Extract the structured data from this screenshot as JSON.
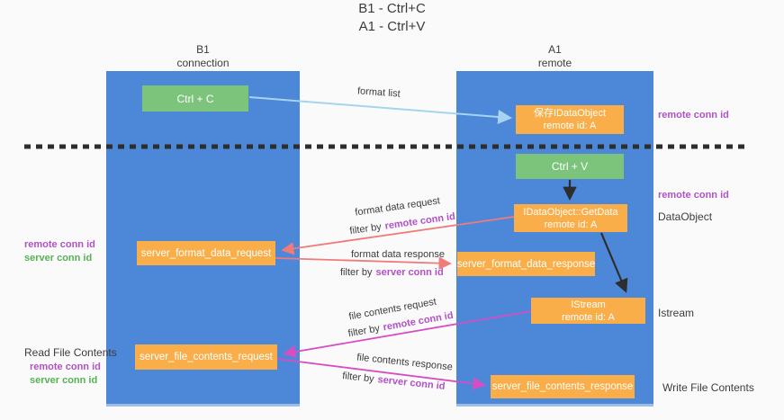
{
  "title": {
    "line1": "B1 - Ctrl+C",
    "line2": "A1 - Ctrl+V"
  },
  "lanes": {
    "left": {
      "title": "B1",
      "subtitle": "connection"
    },
    "right": {
      "title": "A1",
      "subtitle": "remote"
    }
  },
  "nodes": {
    "ctrl_c": {
      "label": "Ctrl + C"
    },
    "ctrl_v": {
      "label": "Ctrl + V"
    },
    "save_idataobject": {
      "line1": "保存IDataObject",
      "line2": "remote id: A"
    },
    "getdata": {
      "line1": "IDataObject::GetData",
      "line2": "remote id: A"
    },
    "istream": {
      "line1": "IStream",
      "line2": "remote id: A"
    },
    "format_request": {
      "label": "server_format_data_request"
    },
    "format_response": {
      "label": "server_format_data_response"
    },
    "file_request": {
      "label": "server_file_contents_request"
    },
    "file_response": {
      "label": "server_file_contents_response"
    }
  },
  "arrows": {
    "format_list": "format list",
    "format_data_request": "format data request",
    "format_data_response": "format data response",
    "file_contents_request": "file contents request",
    "file_contents_response": "file contents response",
    "filter_prefix": "filter by",
    "remote_conn_id": "remote conn id",
    "server_conn_id": "server conn id"
  },
  "side_labels": {
    "remote_conn_id_right_top": "remote conn id",
    "remote_conn_id_right_mid": "remote conn id",
    "dataobject": "DataObject",
    "istream": "Istream",
    "write_file_contents": "Write File Contents",
    "remote_conn_id_left_1": "remote conn id",
    "server_conn_id_left_1": "server conn id",
    "read_file_contents": "Read File Contents",
    "remote_conn_id_left_2": "remote conn id",
    "server_conn_id_left_2": "server conn id"
  },
  "colors": {
    "bg": "#fafafa",
    "lane-blue": "#4d87d8",
    "green-box": "#7cc47c",
    "orange-box": "#f9ae49",
    "purple-text": "#b052c5",
    "green-text": "#56b156",
    "dark-text": "#3c3c3c",
    "arrow-red": "#ef7b7b",
    "arrow-magenta": "#d44fc4",
    "arrow-blue": "#a5d3f0",
    "arrow-black": "#2d2d2d"
  }
}
